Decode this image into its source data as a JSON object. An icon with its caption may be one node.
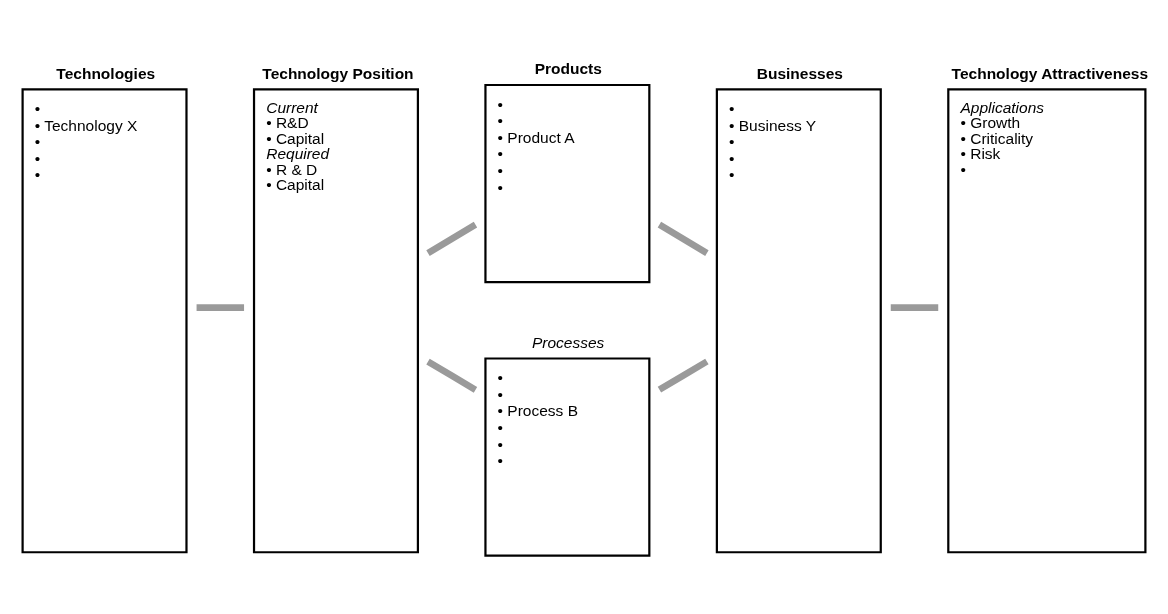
{
  "diagram": {
    "nodes": [
      {
        "text": [
          "Technologies",
          "•",
          "• Technology X",
          "•",
          "•",
          "•"
        ]
      },
      {
        "text": [
          "Technology Position",
          "Current",
          "• R&D",
          "• Capital",
          "Required",
          "• R & D",
          "• Capital"
        ]
      },
      {
        "text": [
          "Products",
          "•",
          "•",
          "• Product A",
          "•",
          "•",
          "•"
        ]
      },
      {
        "text": [
          "Processes",
          "•",
          "•",
          "• Process B",
          "•",
          "•",
          "•"
        ]
      },
      {
        "text": [
          "Businesses",
          "•",
          "• Business Y",
          "•",
          "•",
          "•"
        ]
      },
      {
        "text": [
          "Technology Attractiveness",
          "Applications",
          "• Growth",
          "• Criticality",
          "• Risk",
          "•"
        ]
      }
    ],
    "edges": [
      {
        "from": 0,
        "to": 1,
        "arrow": "none"
      },
      {
        "from": 1,
        "to": 2,
        "arrow": "none"
      },
      {
        "from": 1,
        "to": 3,
        "arrow": "none"
      },
      {
        "from": 2,
        "to": 4,
        "arrow": "none"
      },
      {
        "from": 3,
        "to": 4,
        "arrow": "none"
      },
      {
        "from": 4,
        "to": 5,
        "arrow": "none"
      }
    ]
  }
}
